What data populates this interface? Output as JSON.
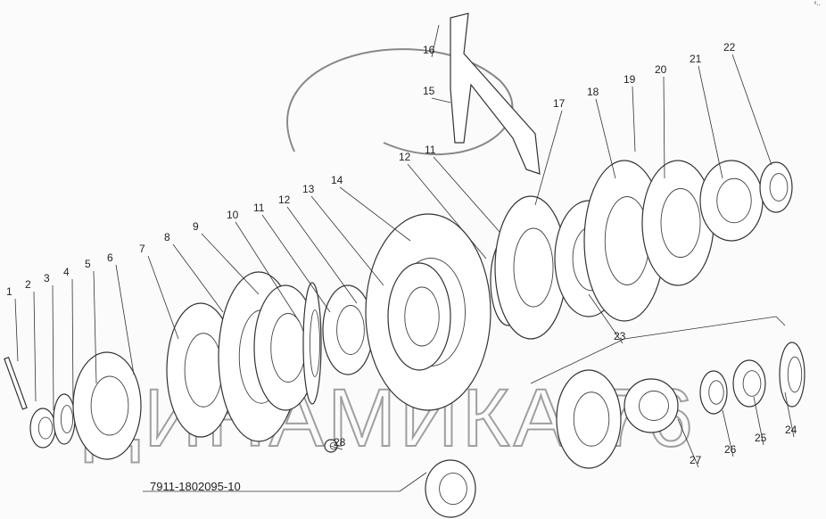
{
  "drawing_code": "7911-1802095-10",
  "watermark": "ДИНАМИКА 76",
  "corner_mark": "ᵉ‥",
  "callouts": [
    {
      "n": "1"
    },
    {
      "n": "2"
    },
    {
      "n": "3"
    },
    {
      "n": "4"
    },
    {
      "n": "5"
    },
    {
      "n": "6"
    },
    {
      "n": "7"
    },
    {
      "n": "8"
    },
    {
      "n": "9"
    },
    {
      "n": "10"
    },
    {
      "n": "11"
    },
    {
      "n": "12"
    },
    {
      "n": "13"
    },
    {
      "n": "14"
    },
    {
      "n": "15"
    },
    {
      "n": "16"
    },
    {
      "n": "17"
    },
    {
      "n": "18"
    },
    {
      "n": "19"
    },
    {
      "n": "20"
    },
    {
      "n": "21"
    },
    {
      "n": "22"
    },
    {
      "n": "23"
    },
    {
      "n": "24"
    },
    {
      "n": "25"
    },
    {
      "n": "26"
    },
    {
      "n": "27"
    },
    {
      "n": "28"
    },
    {
      "n": "11"
    },
    {
      "n": "12"
    }
  ]
}
